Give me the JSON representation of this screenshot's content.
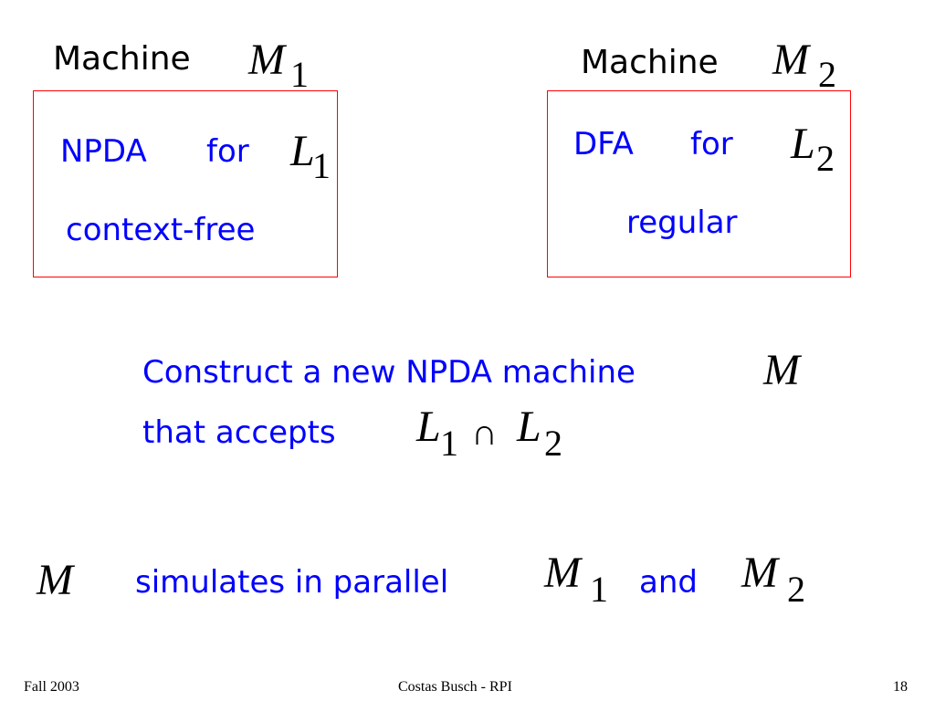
{
  "machine1": {
    "heading": "Machine",
    "symbol_letter": "M",
    "symbol_sub": "1",
    "box": {
      "line1_text": "NPDA",
      "line1_for": "for",
      "lang_letter": "L",
      "lang_sub": "1",
      "line2_text": "context-free"
    }
  },
  "machine2": {
    "heading": "Machine",
    "symbol_letter": "M",
    "symbol_sub": "2",
    "box": {
      "line1_text": "DFA",
      "line1_for": "for",
      "lang_letter": "L",
      "lang_sub": "2",
      "line2_text": "regular"
    }
  },
  "construct": {
    "line1_text": "Construct a new NPDA machine",
    "line1_symbol": "M",
    "line2_text": "that accepts",
    "expr_l1_letter": "L",
    "expr_l1_sub": "1",
    "expr_op": "∩",
    "expr_l2_letter": "L",
    "expr_l2_sub": "2"
  },
  "simulates": {
    "m_symbol": "M",
    "text": "simulates in parallel",
    "m1_letter": "M",
    "m1_sub": "1",
    "and_text": "and",
    "m2_letter": "M",
    "m2_sub": "2"
  },
  "footer": {
    "left": "Fall 2003",
    "center": "Costas Busch - RPI",
    "right": "18"
  },
  "colors": {
    "text_blue": "#0000ff",
    "box_border_red": "#ff0000",
    "text_black": "#000000"
  }
}
